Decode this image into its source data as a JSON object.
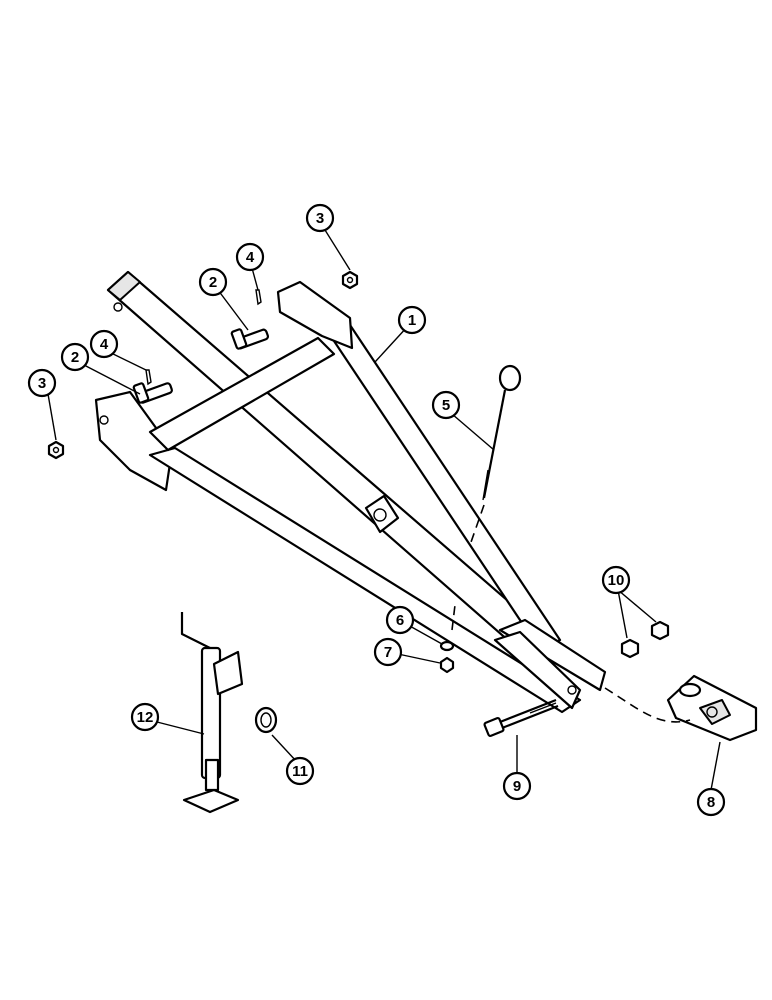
{
  "callouts": [
    {
      "label": "1"
    },
    {
      "label": "2"
    },
    {
      "label": "2"
    },
    {
      "label": "3"
    },
    {
      "label": "3"
    },
    {
      "label": "4"
    },
    {
      "label": "4"
    },
    {
      "label": "5"
    },
    {
      "label": "6"
    },
    {
      "label": "7"
    },
    {
      "label": "8"
    },
    {
      "label": "9"
    },
    {
      "label": "10"
    },
    {
      "label": "11"
    },
    {
      "label": "12"
    }
  ]
}
